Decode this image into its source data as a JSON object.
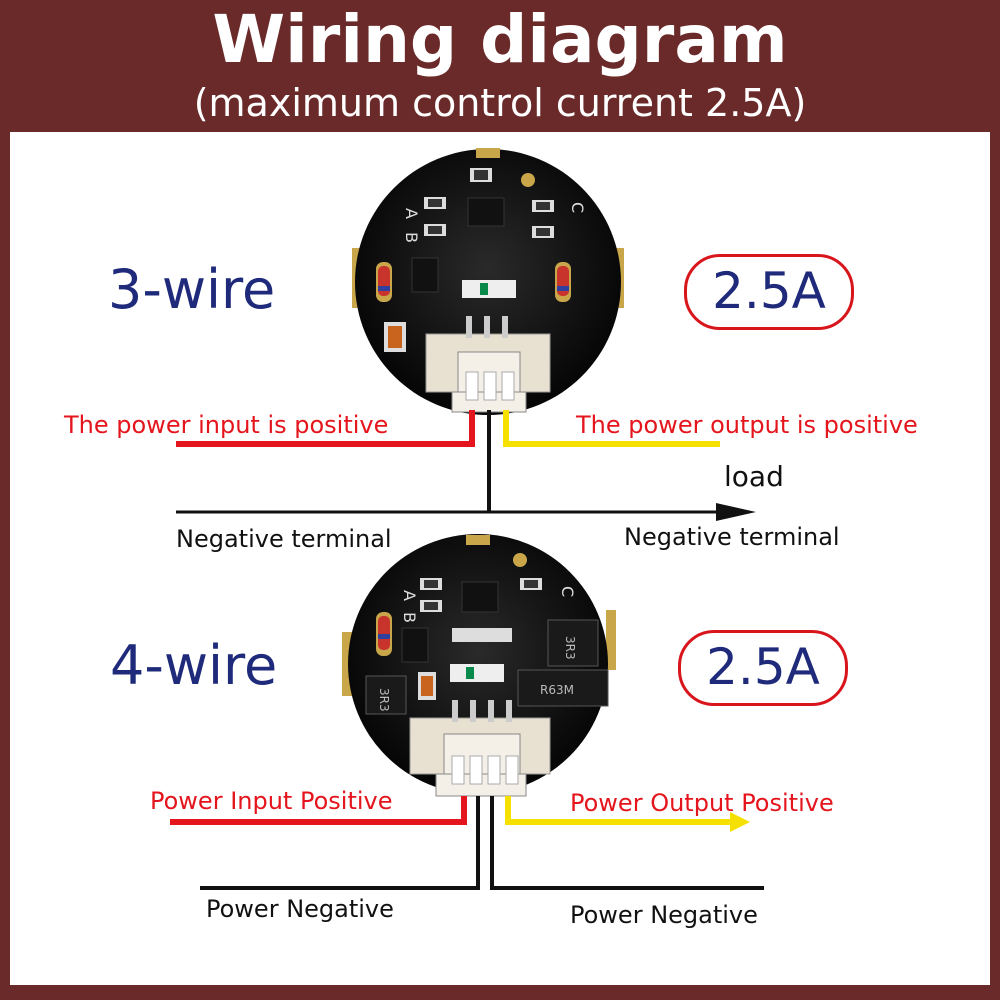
{
  "title": "Wiring diagram",
  "subtitle": "(maximum control current 2.5A)",
  "colors": {
    "frame": "#6b2a2a",
    "accent_blue": "#1f2a7a",
    "red_wire": "#e4151c",
    "yellow_wire": "#f5e000",
    "badge_border": "#d9151c"
  },
  "three_wire": {
    "label": "3-wire",
    "current": "2.5A",
    "input_positive": "The power input is positive",
    "output_positive": "The power output is positive",
    "load": "load",
    "negative_left": "Negative terminal",
    "negative_right": "Negative terminal",
    "board_letters": [
      "A",
      "B",
      "C"
    ]
  },
  "four_wire": {
    "label": "4-wire",
    "current": "2.5A",
    "input_positive": "Power Input Positive",
    "output_positive": "Power Output Positive",
    "negative_left": "Power Negative",
    "negative_right": "Power Negative",
    "board_letters": [
      "A",
      "B",
      "C"
    ],
    "component_marks": [
      "3R3",
      "3R3",
      "R63M"
    ]
  }
}
